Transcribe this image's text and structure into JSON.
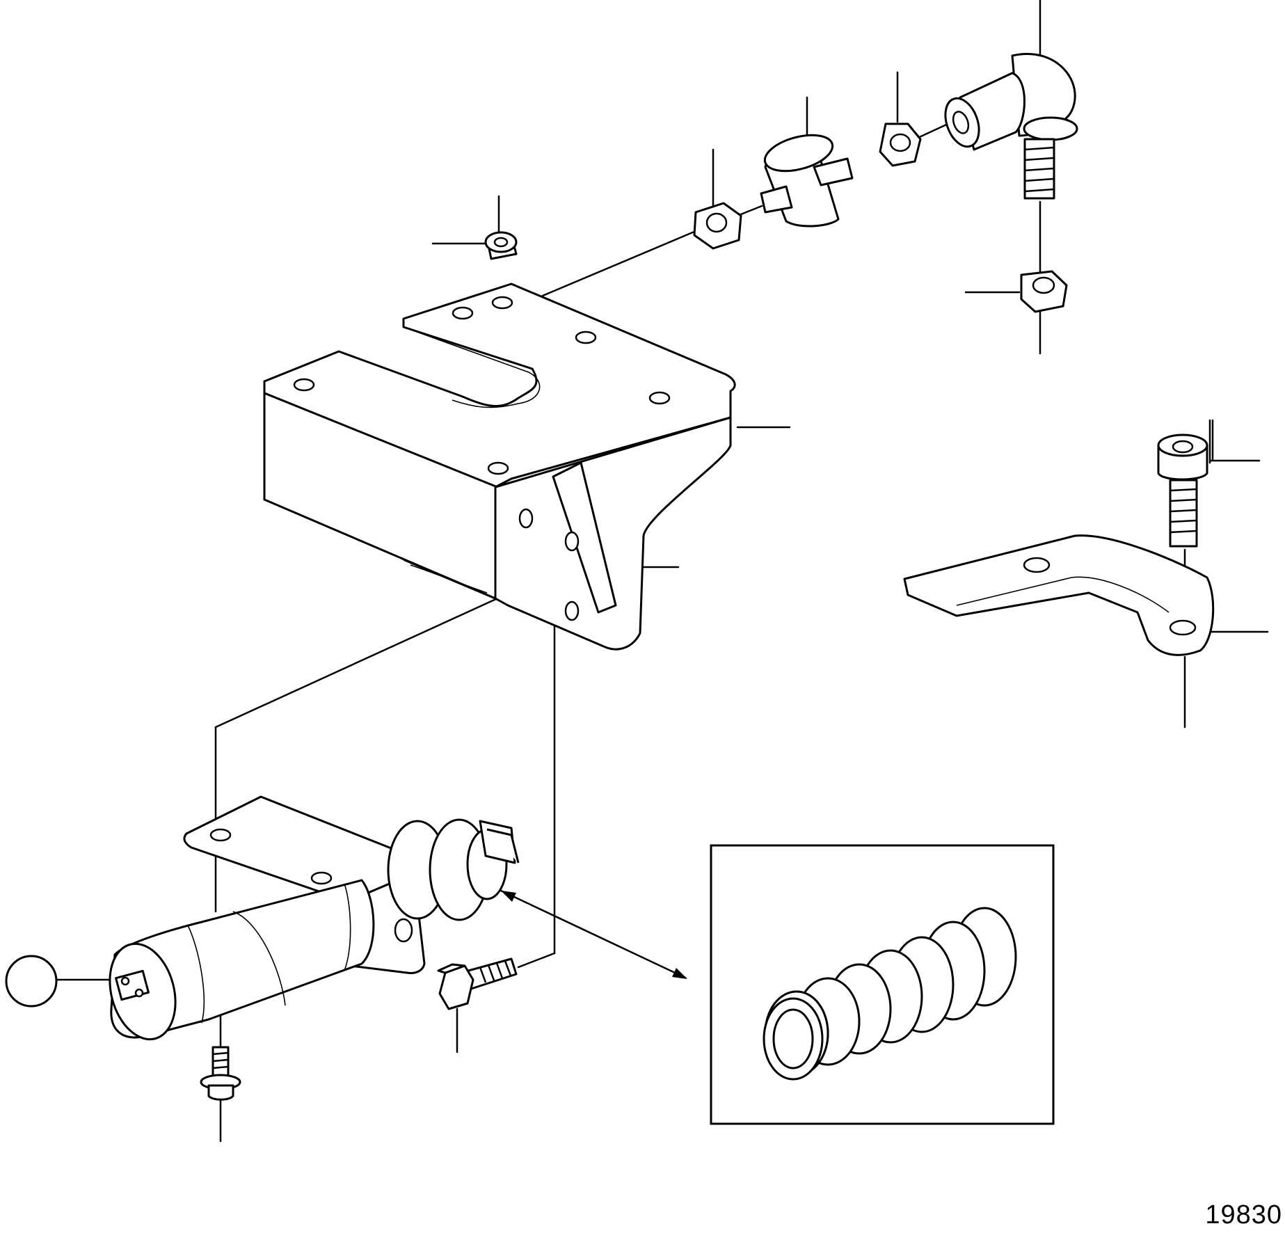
{
  "figure": {
    "reference_number": "19830"
  },
  "colors": {
    "line": "#000000",
    "background": "#ffffff"
  },
  "parts": [
    "ball-joint",
    "lock-nut",
    "rubber-mount",
    "hex-nut",
    "flange-nut",
    "mounting-bracket",
    "socket-head-screw",
    "lever-arm",
    "solenoid-actuator",
    "flange-bolt",
    "hex-bolt",
    "rubber-bellows"
  ]
}
